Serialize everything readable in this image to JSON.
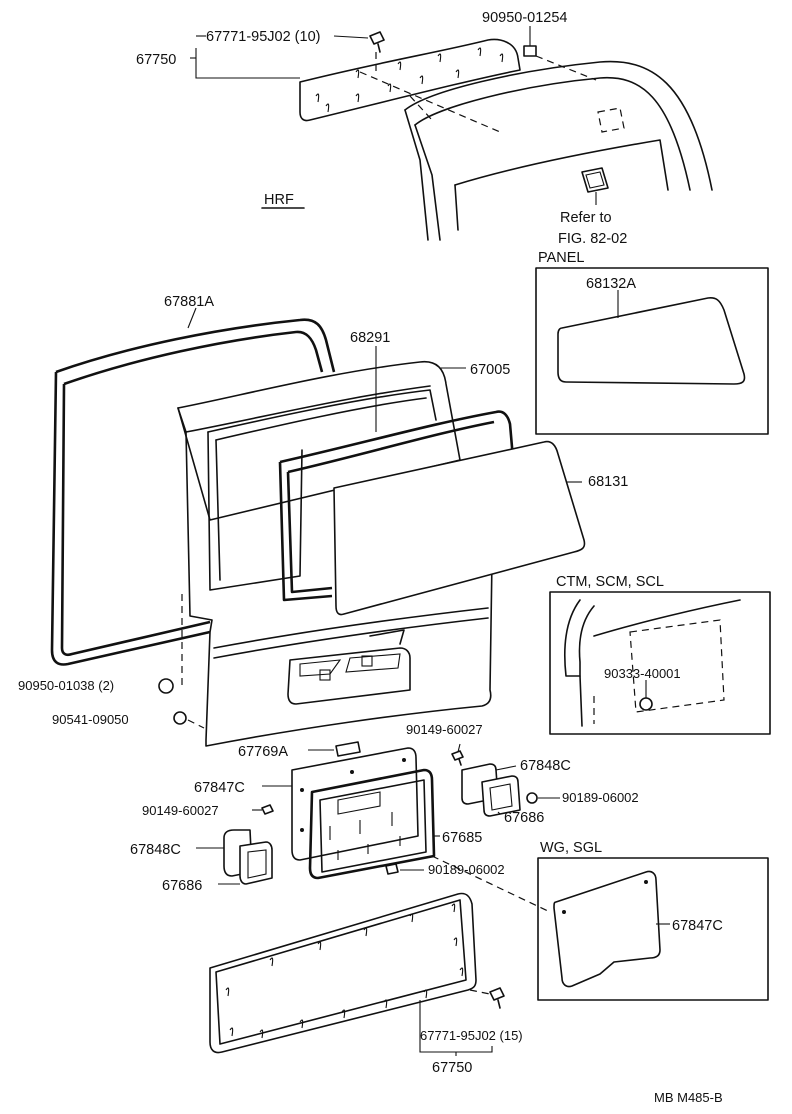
{
  "labels": {
    "p67771_95j02_10": "67771-95J02 (10)",
    "p90950_01254": "90950-01254",
    "p67750_top": "67750",
    "hrf": "HRF",
    "refer_to": "Refer to",
    "fig_ref": "FIG. 82-02",
    "panel": "PANEL",
    "p68132a": "68132A",
    "p67881a": "67881A",
    "p68291": "68291",
    "p67005": "67005",
    "p68131": "68131",
    "ctm_scm_scl": "CTM, SCM, SCL",
    "p90333_40001": "90333-40001",
    "p90950_01038_2": "90950-01038 (2)",
    "p90541_09050": "90541-09050",
    "p90149_60027_a": "90149-60027",
    "p67769a": "67769A",
    "p67848c_a": "67848C",
    "p67847c_a": "67847C",
    "p90189_06002_a": "90189-06002",
    "p90149_60027_b": "90149-60027",
    "p67686_a": "67686",
    "p67685": "67685",
    "p67848c_b": "67848C",
    "p90189_06002_b": "90189-06002",
    "wg_sgl": "WG, SGL",
    "p67686_b": "67686",
    "p67847c_b": "67847C",
    "p67771_95j02_15": "67771-95J02 (15)",
    "p67750_bottom": "67750",
    "drawing_code": "MB  M485-B"
  }
}
